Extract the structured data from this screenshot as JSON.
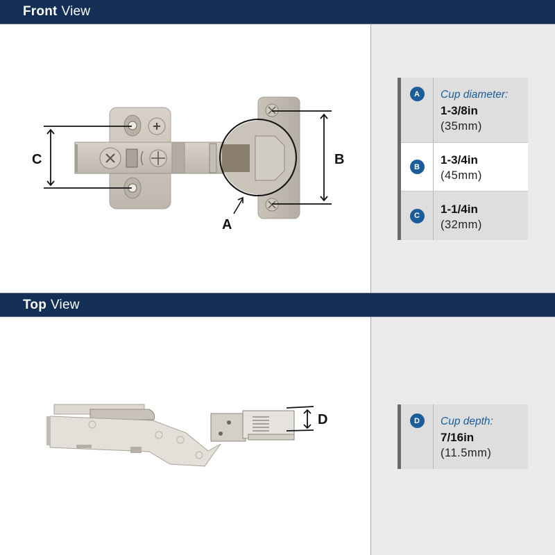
{
  "front_view": {
    "header": {
      "bold": "Front",
      "light": "View"
    },
    "dimension_labels": [
      "A",
      "B",
      "C"
    ],
    "specs": [
      {
        "badge": "A",
        "label": "Cup diameter:",
        "imperial": "1-3/8in",
        "metric": "(35mm)"
      },
      {
        "badge": "B",
        "label": "",
        "imperial": "1-3/4in",
        "metric": "(45mm)"
      },
      {
        "badge": "C",
        "label": "",
        "imperial": "1-1/4in",
        "metric": "(32mm)"
      }
    ]
  },
  "top_view": {
    "header": {
      "bold": "Top",
      "light": "View"
    },
    "dimension_labels": [
      "D"
    ],
    "specs": [
      {
        "badge": "D",
        "label": "Cup depth:",
        "imperial": "7/16in",
        "metric": "(11.5mm)"
      }
    ]
  },
  "colors": {
    "header_bg": "#142f55",
    "badge_bg": "#1a5d99",
    "label_text": "#1a5d99",
    "panel_bg": "#ebebeb",
    "card_bg": "#dedede",
    "card_accent_bar": "#6b6b6b",
    "hinge_metal": "#cbc6bd"
  }
}
